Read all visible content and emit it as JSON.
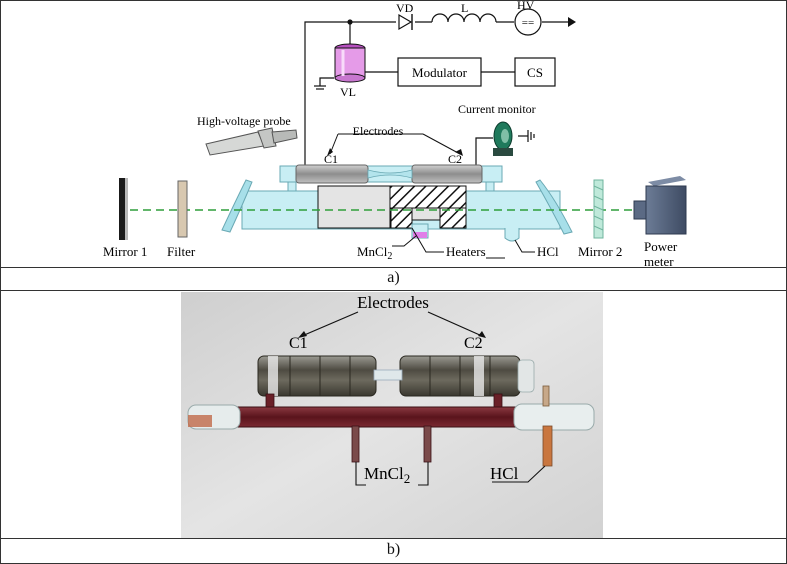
{
  "panel_a": {
    "caption": "a)",
    "labels": {
      "vd": "VD",
      "l": "L",
      "hv": "HV",
      "hv_symbol": "==",
      "vl": "VL",
      "modulator": "Modulator",
      "cs": "CS",
      "probe": "High-voltage probe",
      "current_monitor": "Current monitor",
      "electrodes": "Electrodes",
      "c1": "C1",
      "c2": "C2",
      "mirror1": "Mirror 1",
      "filter": "Filter",
      "mncl2_base": "MnCl",
      "mncl2_sub": "2",
      "heaters": "Heaters",
      "hcl": "HCl",
      "mirror2": "Mirror 2",
      "power_meter_line1": "Power",
      "power_meter_line2": "meter"
    }
  },
  "panel_b": {
    "caption": "b)",
    "labels": {
      "electrodes": "Electrodes",
      "c1": "C1",
      "c2": "C2",
      "mncl2_base": "MnCl",
      "mncl2_sub": "2",
      "hcl": "HCl"
    }
  },
  "colors": {
    "glass": "#c8eef4",
    "electrode_gray": "#9a9a9a",
    "laser_beam": "#2e9e3a",
    "vl_pink": "#e59be8",
    "monitor_green": "#1f7a5c",
    "power_meter": "#4f5f7a",
    "discharge_tube_red": "#6b1a22",
    "photo_background": "#dcdcdc"
  }
}
